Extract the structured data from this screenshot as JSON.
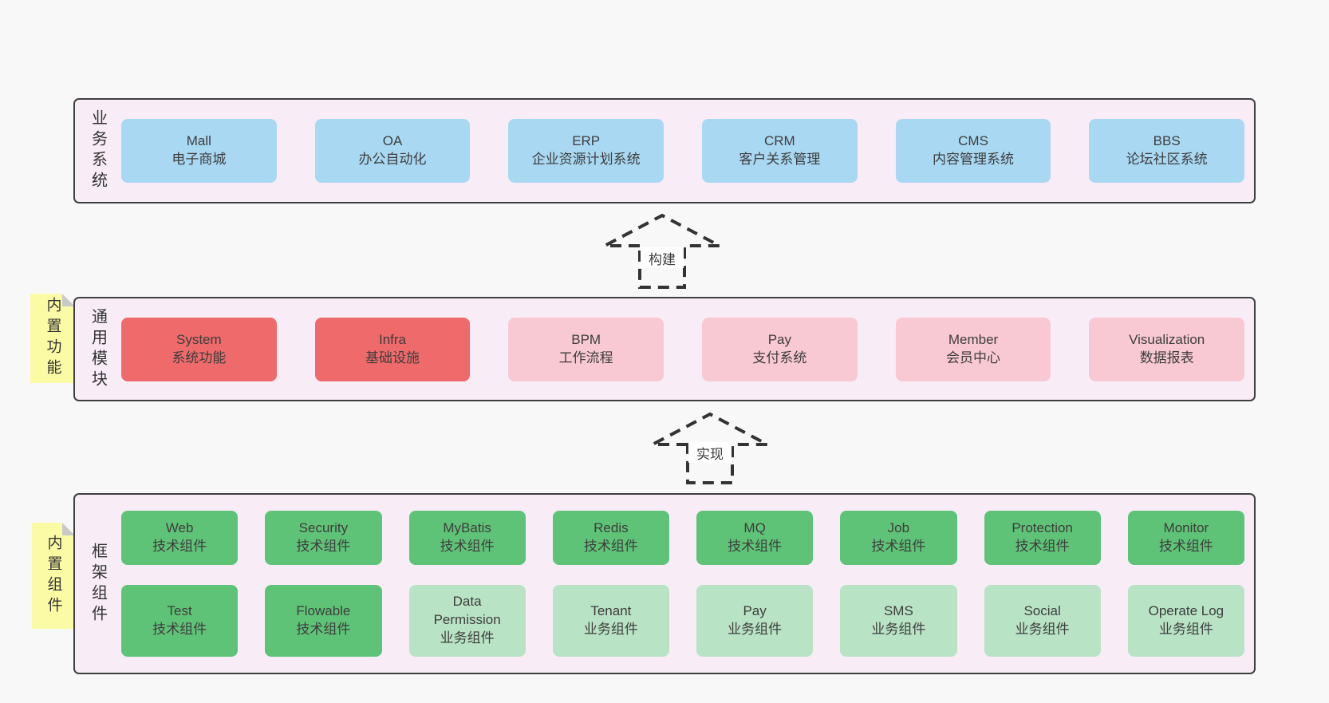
{
  "layers": {
    "business": {
      "label": "业务系统",
      "boxes": [
        {
          "title": "Mall",
          "subtitle": "电子商城"
        },
        {
          "title": "OA",
          "subtitle": "办公自动化"
        },
        {
          "title": "ERP",
          "subtitle": "企业资源计划系统"
        },
        {
          "title": "CRM",
          "subtitle": "客户关系管理"
        },
        {
          "title": "CMS",
          "subtitle": "内容管理系统"
        },
        {
          "title": "BBS",
          "subtitle": "论坛社区系统"
        }
      ]
    },
    "modules": {
      "label": "通用模块",
      "sticky": "内置功能",
      "boxes": [
        {
          "title": "System",
          "subtitle": "系统功能"
        },
        {
          "title": "Infra",
          "subtitle": "基础设施"
        },
        {
          "title": "BPM",
          "subtitle": "工作流程"
        },
        {
          "title": "Pay",
          "subtitle": "支付系统"
        },
        {
          "title": "Member",
          "subtitle": "会员中心"
        },
        {
          "title": "Visualization",
          "subtitle": "数据报表"
        }
      ]
    },
    "components": {
      "label": "框架组件",
      "sticky": "内置组件",
      "row1": [
        {
          "title": "Web",
          "subtitle": "技术组件"
        },
        {
          "title": "Security",
          "subtitle": "技术组件"
        },
        {
          "title": "MyBatis",
          "subtitle": "技术组件"
        },
        {
          "title": "Redis",
          "subtitle": "技术组件"
        },
        {
          "title": "MQ",
          "subtitle": "技术组件"
        },
        {
          "title": "Job",
          "subtitle": "技术组件"
        },
        {
          "title": "Protection",
          "subtitle": "技术组件"
        },
        {
          "title": "Monitor",
          "subtitle": "技术组件"
        }
      ],
      "row2": [
        {
          "title": "Test",
          "subtitle": "技术组件"
        },
        {
          "title": "Flowable",
          "subtitle": "技术组件"
        },
        {
          "title": "Data Permission",
          "subtitle": "业务组件"
        },
        {
          "title": "Tenant",
          "subtitle": "业务组件"
        },
        {
          "title": "Pay",
          "subtitle": "业务组件"
        },
        {
          "title": "SMS",
          "subtitle": "业务组件"
        },
        {
          "title": "Social",
          "subtitle": "业务组件"
        },
        {
          "title": "Operate Log",
          "subtitle": "业务组件"
        }
      ]
    }
  },
  "arrows": {
    "build": "构建",
    "implement": "实现"
  },
  "colors": {
    "blue_box": "#a9d8f2",
    "red_box": "#ef6a6b",
    "pink_box": "#f9c9d3",
    "green_box": "#5fc377",
    "light_green_box": "#b9e3c5",
    "sticky_yellow": "#fcfba5",
    "panel_fill": "#f8edf7",
    "panel_border": "#3f3f3f",
    "page_background": "#f8f8f8"
  }
}
